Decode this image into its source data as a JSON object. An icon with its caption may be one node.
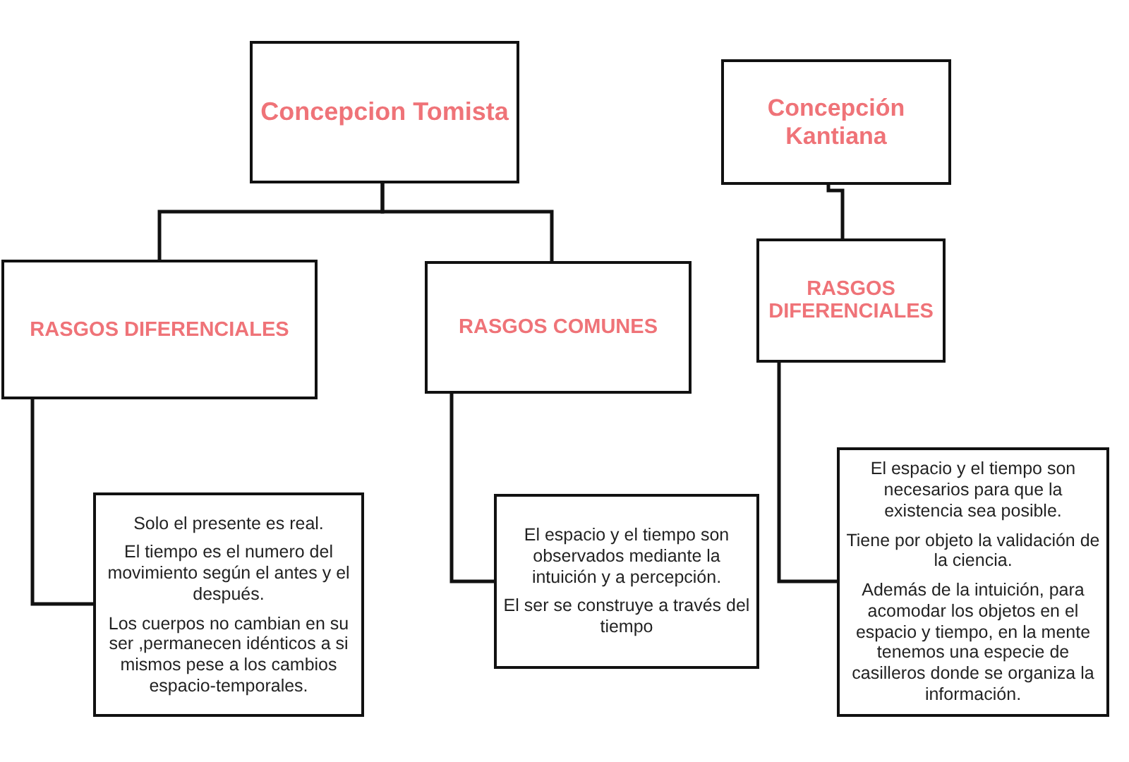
{
  "diagram": {
    "nodes": [
      {
        "text": [
          "Concepcion Tomista"
        ]
      },
      {
        "text": [
          "Concepción Kantiana"
        ]
      },
      {
        "text": [
          "RASGOS DIFERENCIALES"
        ]
      },
      {
        "text": [
          "RASGOS COMUNES"
        ]
      },
      {
        "text": [
          "RASGOS DIFERENCIALES"
        ]
      },
      {
        "text": [
          "Solo el presente es real.",
          "El tiempo es el numero del movimiento según el antes y el después.",
          "Los cuerpos no cambian en su ser ,permanecen idénticos a si mismos pese a los cambios espacio-temporales."
        ]
      },
      {
        "text": [
          "El espacio y el tiempo son observados mediante la intuición y a percepción.",
          "El ser se construye a través del tiempo"
        ]
      },
      {
        "text": [
          "El espacio y el tiempo son necesarios para que la existencia sea posible.",
          "Tiene por objeto la validación de la ciencia.",
          "Además de la intuición, para acomodar los objetos en el espacio y tiempo, en la mente tenemos una especie de casilleros donde se organiza la información."
        ]
      }
    ],
    "edges": [
      {
        "from": 0,
        "to": 2,
        "arrow": "none"
      },
      {
        "from": 0,
        "to": 3,
        "arrow": "none"
      },
      {
        "from": 1,
        "to": 4,
        "arrow": "none"
      },
      {
        "from": 2,
        "to": 5,
        "arrow": "none"
      },
      {
        "from": 3,
        "to": 6,
        "arrow": "none"
      },
      {
        "from": 4,
        "to": 7,
        "arrow": "none"
      }
    ]
  }
}
